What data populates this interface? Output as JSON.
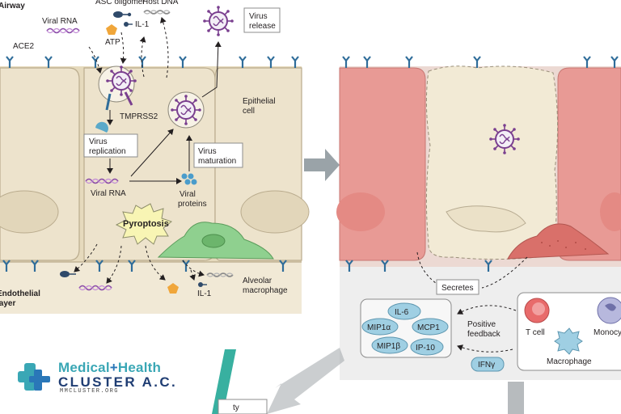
{
  "left_panel": {
    "airway_label": "Airway",
    "endothelial_label_line1": "Endothelial",
    "endothelial_label_line2": "layer",
    "ace2": "ACE2",
    "viral_rna_top": "Viral RNA",
    "asc_oligomer": "ASC oligomer",
    "host_dna": "Host DNA",
    "il1_top": "IL-1",
    "atp_top": "ATP",
    "virus_release_line1": "Virus",
    "virus_release_line2": "release",
    "tmprss2": "TMPRSS2",
    "epithelial_line1": "Epithelial",
    "epithelial_line2": "cell",
    "virus_replication_line1": "Virus",
    "virus_replication_line2": "replication",
    "viral_rna_mid": "Viral RNA",
    "virus_maturation_line1": "Virus",
    "virus_maturation_line2": "maturation",
    "viral_proteins_line1": "Viral",
    "viral_proteins_line2": "proteins",
    "pyroptosis": "Pyroptosis",
    "il1_bottom": "IL-1",
    "alveolar_line1": "Alveolar",
    "alveolar_line2": "macrophage"
  },
  "right_panel": {
    "secretes": "Secretes",
    "cytokines": [
      "IL-6",
      "MIP1α",
      "MCP1",
      "MIP1β",
      "IP-10"
    ],
    "positive_feedback_line1": "Positive",
    "positive_feedback_line2": "feedback",
    "ifng": "IFNγ",
    "t_cell": "T cell",
    "monocyte": "Monocy",
    "macrophage": "Macrophage"
  },
  "bottom": {
    "partial_label": "ty"
  },
  "logo": {
    "title_part1": "Medical",
    "title_plus": "+",
    "title_part2": "Health",
    "subtitle": "CLUSTER A.C.",
    "url": "MMCLUSTER.ORG"
  },
  "colors": {
    "epithelial_fill": "#ede3cc",
    "cell_stroke": "#b9ab8d",
    "red_cell_fill": "#e89a95",
    "green_macrophage": "#8fd08f",
    "purple_virus": "#7a3f8f",
    "blue_receptor": "#2f6d9a",
    "cytokine_fill": "#9fcfe3",
    "logo_teal": "#3aa7b5",
    "logo_navy": "#1f3d73"
  }
}
